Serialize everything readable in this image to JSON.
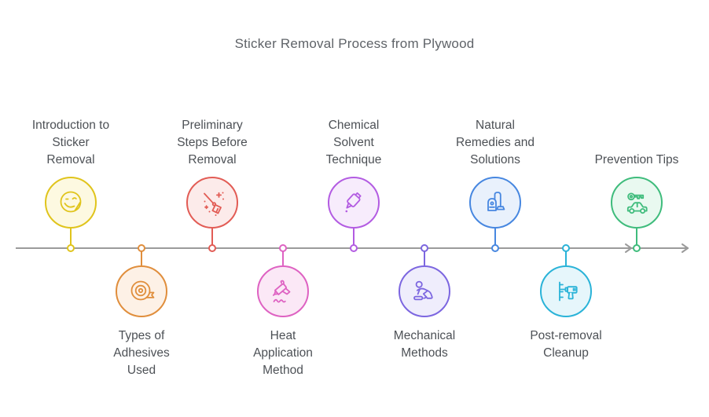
{
  "title": "Sticker Removal Process from Plywood",
  "timeline": {
    "line_color": "#9b9b9b",
    "arrowhead": "right-chevron"
  },
  "milestones": [
    {
      "label": "Introduction to\nSticker\nRemoval",
      "icon": "sticker-smiley-icon",
      "color": "#e0c41c",
      "fill": "#fdf9e1"
    },
    {
      "label": "Types of\nAdhesives\nUsed",
      "icon": "tape-roll-icon",
      "color": "#e08e3c",
      "fill": "#fdf1e6"
    },
    {
      "label": "Preliminary\nSteps Before\nRemoval",
      "icon": "broom-sweep-icon",
      "color": "#e25c55",
      "fill": "#fcebea"
    },
    {
      "label": "Heat\nApplication\nMethod",
      "icon": "glue-gun-icon",
      "color": "#de62c2",
      "fill": "#fbe8f6"
    },
    {
      "label": "Chemical\nSolvent\nTechnique",
      "icon": "solvent-bottle-icon",
      "color": "#b35ce2",
      "fill": "#f7ecfc"
    },
    {
      "label": "Mechanical\nMethods",
      "icon": "person-scrubbing-icon",
      "color": "#7c66e0",
      "fill": "#efedfc"
    },
    {
      "label": "Natural\nRemedies and\nSolutions",
      "icon": "vacuum-cleaner-icon",
      "color": "#4787e0",
      "fill": "#e9f1fc"
    },
    {
      "label": "Post-removal\nCleanup",
      "icon": "drill-icon",
      "color": "#2ab3d8",
      "fill": "#e6f6fb"
    },
    {
      "label": "Prevention Tips",
      "icon": "car-key-icon",
      "color": "#3fbc7c",
      "fill": "#e9f9f0"
    }
  ]
}
